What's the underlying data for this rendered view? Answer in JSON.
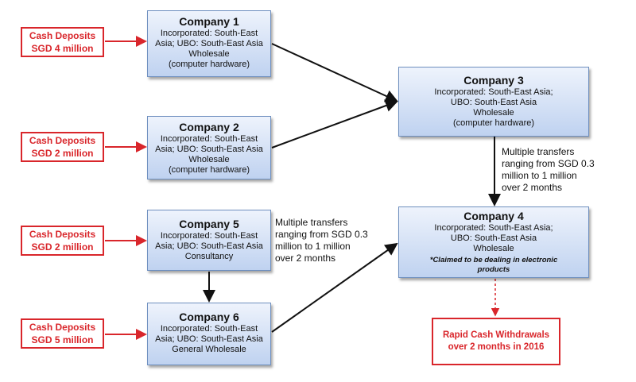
{
  "deposits": [
    {
      "line1": "Cash Deposits",
      "line2": "SGD 4 million"
    },
    {
      "line1": "Cash Deposits",
      "line2": "SGD 2 million"
    },
    {
      "line1": "Cash Deposits",
      "line2": "SGD 2 million"
    },
    {
      "line1": "Cash Deposits",
      "line2": "SGD 5 million"
    }
  ],
  "companies": {
    "c1": {
      "name": "Company 1",
      "incorporated": "Incorporated: South-East",
      "ubo": "Asia; UBO: South-East Asia",
      "business": "Wholesale",
      "detail": "(computer hardware)"
    },
    "c2": {
      "name": "Company 2",
      "incorporated": "Incorporated: South-East",
      "ubo": "Asia; UBO: South-East Asia",
      "business": "Wholesale",
      "detail": "(computer hardware)"
    },
    "c3": {
      "name": "Company 3",
      "incorporated": "Incorporated: South-East Asia;",
      "ubo": "UBO: South-East Asia",
      "business": "Wholesale",
      "detail": "(computer hardware)"
    },
    "c4": {
      "name": "Company 4",
      "incorporated": "Incorporated: South-East Asia;",
      "ubo": "UBO: South-East Asia",
      "business": "Wholesale",
      "note1": "*Claimed to be dealing in electronic",
      "note2": "products"
    },
    "c5": {
      "name": "Company 5",
      "incorporated": "Incorporated: South-East",
      "ubo": "Asia; UBO: South-East Asia",
      "business": "Consultancy"
    },
    "c6": {
      "name": "Company 6",
      "incorporated": "Incorporated: South-East",
      "ubo": "Asia; UBO: South-East Asia",
      "business": "General Wholesale"
    }
  },
  "transfer_labels": {
    "right": [
      "Multiple transfers",
      "ranging from SGD 0.3",
      "million to 1 million",
      "over 2 months"
    ],
    "middle": [
      "Multiple transfers",
      "ranging from SGD 0.3",
      "million to 1 million",
      "over 2 months"
    ]
  },
  "withdrawal": {
    "line1": "Rapid Cash Withdrawals",
    "line2": "over 2 months in 2016"
  },
  "colors": {
    "deposit_red": "#d9262b",
    "company_fill": "#bfd2f0",
    "company_border": "#6e8fbf",
    "arrow": "#111111"
  }
}
